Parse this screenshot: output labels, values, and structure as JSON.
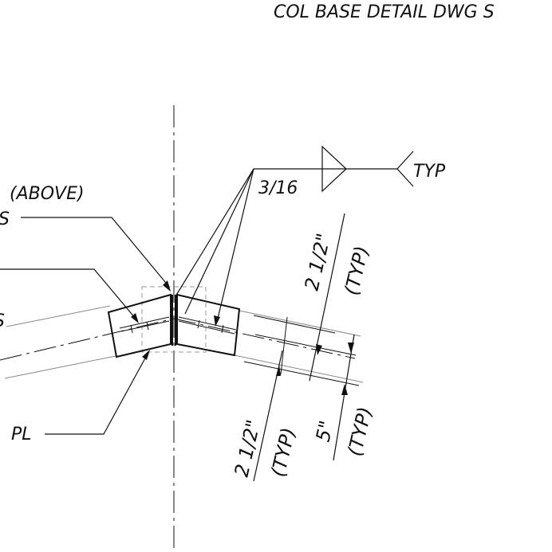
{
  "drawing": {
    "header_text": "COL BASE DETAIL DWG S",
    "labels": {
      "above": "(ABOVE)",
      "s_upper": "S",
      "s_lower": "S",
      "pl": "PL",
      "typ_weld": "TYP",
      "weld_size": "3/16"
    },
    "dimensions": {
      "top_right_value": "2 1/2\"",
      "top_right_note": "(TYP)",
      "bottom_left_value": "2 1/2\"",
      "bottom_left_note": "(TYP)",
      "bottom_right_value": "5\"",
      "bottom_right_note": "(TYP)"
    }
  }
}
